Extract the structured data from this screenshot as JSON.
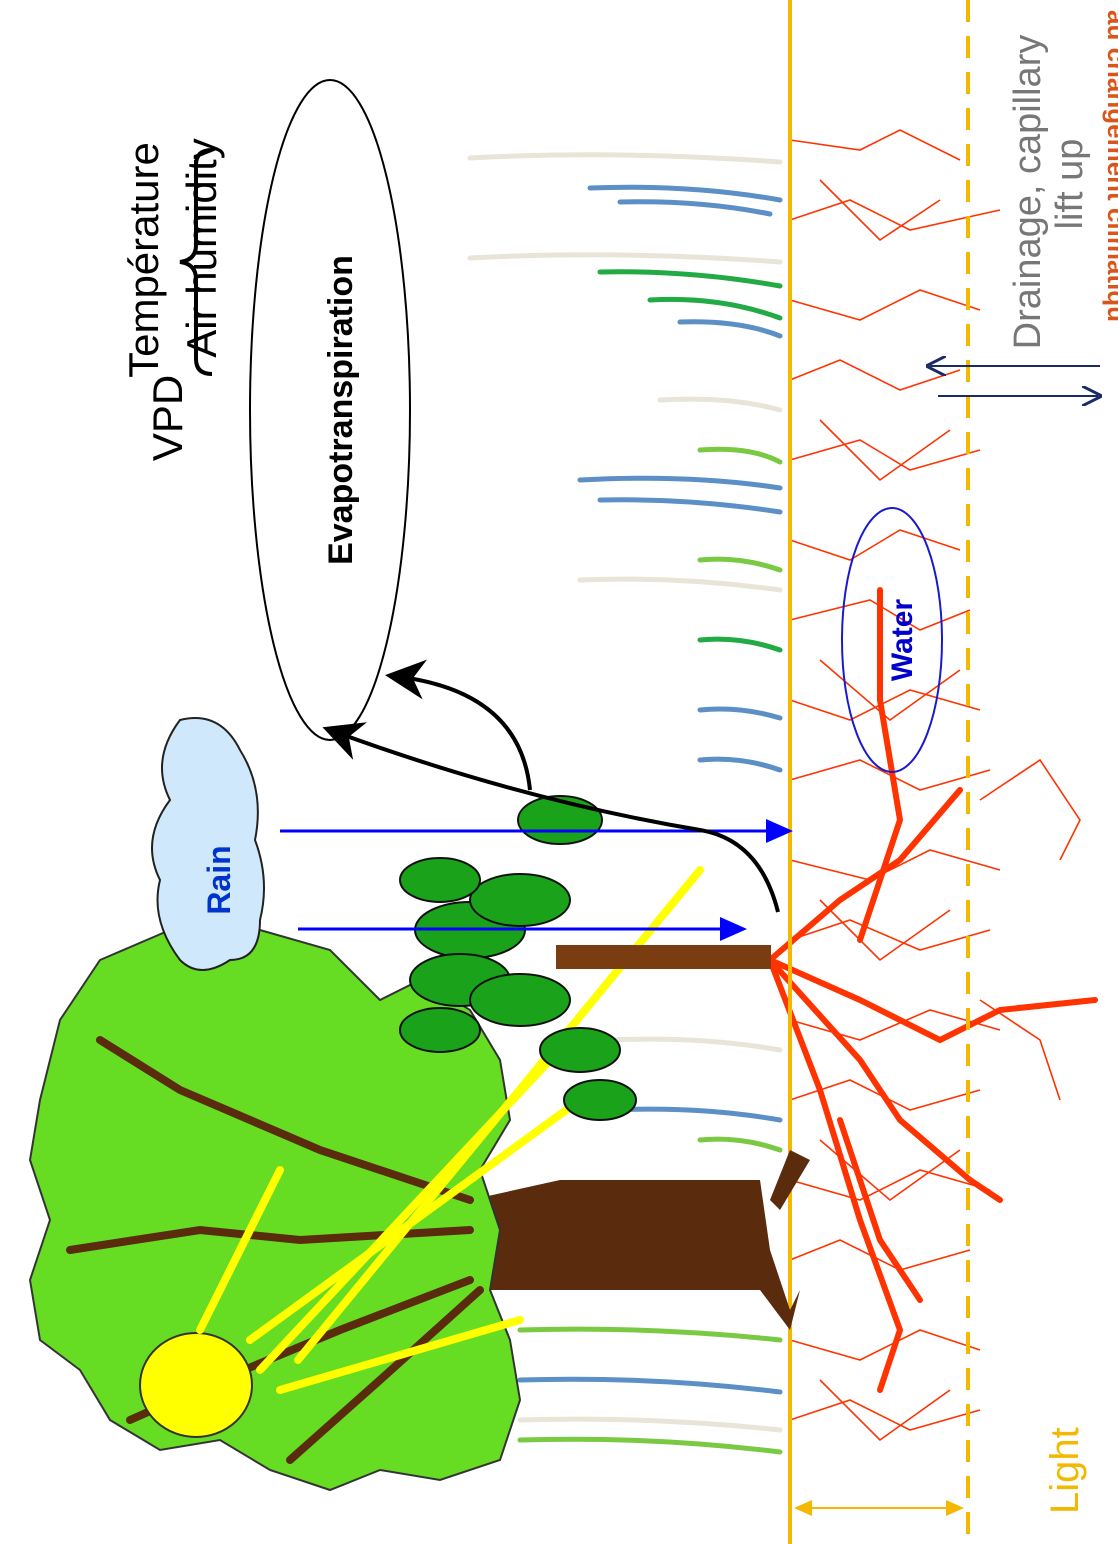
{
  "header_fragment": "au changement climatiqu",
  "labels": {
    "light": "Light",
    "rain": "Rain",
    "evapotranspiration": "Evapotranspiration",
    "vpd": "VPD",
    "temperature": "Température",
    "air_humidity": "Air humidity",
    "water": "Water",
    "drainage_line1": "Drainage, capillary",
    "drainage_line2": "lift up"
  },
  "colors": {
    "ground_line": "#f5b800",
    "roots": "#ff3300",
    "rain_arrows": "#0000ff",
    "sun": "#ffff00",
    "canopy": "#66dd22",
    "trunk": "#5a2b0c",
    "cloud": "#cfe8fb",
    "header_fragment": "#d9551a",
    "light_label": "#f5b800",
    "water_label": "#0000cc",
    "rain_label": "#0033cc",
    "drainage_label": "#777777"
  }
}
